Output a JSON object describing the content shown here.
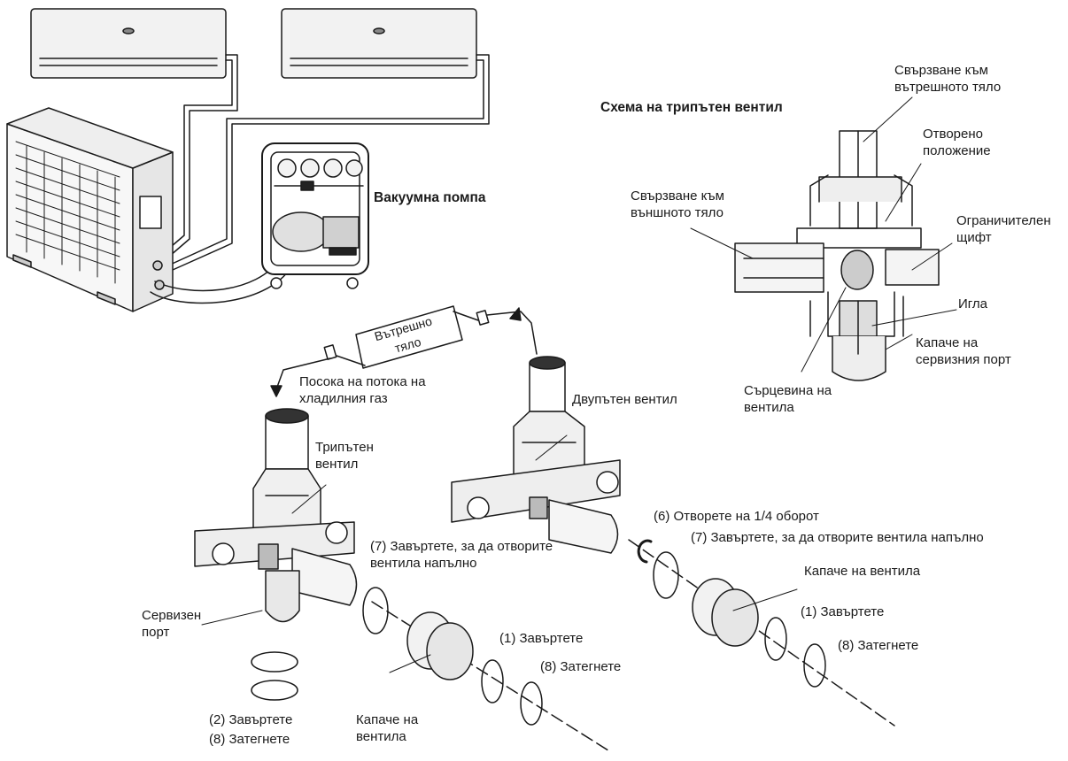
{
  "schema_title": "Схема на трипътен вентил",
  "labels": {
    "vacuum_pump": "Вакуумна помпа",
    "indoor_unit": "Вътрешно тяло",
    "gas_flow": "Посока на потока на хладилния газ",
    "three_way_valve": "Трипътен вентил",
    "two_way_valve": "Двупътен вентил",
    "service_port": "Сервизен порт",
    "step7_left": "(7) Завъртете, за да отворите вентила напълно",
    "step6": "(6) Отворете на 1/4 оборот",
    "step7_right": "(7) Завъртете, за да отворите вентила напълно",
    "valve_cap_left": "Капаче на вентила",
    "valve_cap_right": "Капаче на вентила",
    "step1_left": "(1) Завъртете",
    "step8_left": "(8) Затегнете",
    "step1_right": "(1) Завъртете",
    "step8_right": "(8) Затегнете",
    "step2": "(2) Завъртете",
    "step8_bottom": "(8) Затегнете",
    "conn_indoor": "Свързване към вътрешното тяло",
    "conn_outdoor": "Свързване към външното тяло",
    "open_position": "Отворено положение",
    "limit_pin": "Ограничителен щифт",
    "needle": "Игла",
    "service_port_cap": "Капаче на сервизния порт",
    "valve_core": "Сърцевина на вентила"
  },
  "colors": {
    "line": "#1a1a1a",
    "fill_light": "#f2f2f2",
    "fill_mid": "#d9d9d9",
    "fill_dark": "#8c8c8c"
  }
}
